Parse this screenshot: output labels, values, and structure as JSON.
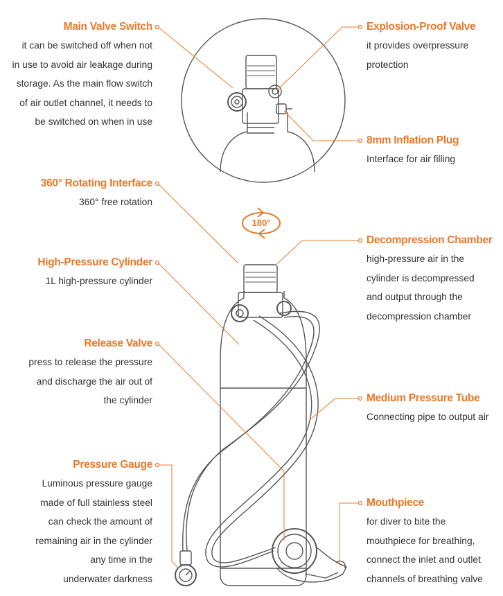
{
  "colors": {
    "accent": "#e8792b",
    "line": "#555555",
    "text": "#333333"
  },
  "rotation_badge": "180°",
  "callouts": {
    "main_valve_switch": {
      "title": "Main Valve Switch",
      "lines": [
        "it can be switched off when not",
        "in use to avoid air leakage during",
        "storage. As the main flow switch",
        "of air outlet channel, it needs to",
        "be switched on when in use"
      ]
    },
    "explosion_proof_valve": {
      "title": "Explosion-Proof Valve",
      "lines": [
        "it provides overpressure",
        "protection"
      ]
    },
    "inflation_plug": {
      "title": "8mm Inflation Plug",
      "lines": [
        "Interface for air filling"
      ]
    },
    "rotating_interface": {
      "title": "360° Rotating Interface",
      "lines": [
        "360° free rotation"
      ]
    },
    "decompression_chamber": {
      "title": "Decompression Chamber",
      "lines": [
        "high-pressure air in the",
        "cylinder is decompressed",
        "and output through the",
        "decompression chamber"
      ]
    },
    "high_pressure_cylinder": {
      "title": "High-Pressure Cylinder",
      "lines": [
        "1L high-pressure cylinder"
      ]
    },
    "release_valve": {
      "title": "Release Valve",
      "lines": [
        "press to release the pressure",
        "and discharge the air out of",
        "the cylinder"
      ]
    },
    "medium_pressure_tube": {
      "title": "Medium Pressure Tube",
      "lines": [
        "Connecting pipe to output air"
      ]
    },
    "pressure_gauge": {
      "title": "Pressure Gauge",
      "lines": [
        "Luminous pressure gauge",
        "made of full stainless steel",
        "can check the amount of",
        "remaining air in the cylinder",
        "any time in the",
        "underwater darkness"
      ]
    },
    "mouthpiece": {
      "title": "Mouthpiece",
      "lines": [
        "for diver to bite the",
        "mouthpiece for breathing,",
        "connect the inlet and outlet",
        "channels of breathing valve"
      ]
    }
  }
}
